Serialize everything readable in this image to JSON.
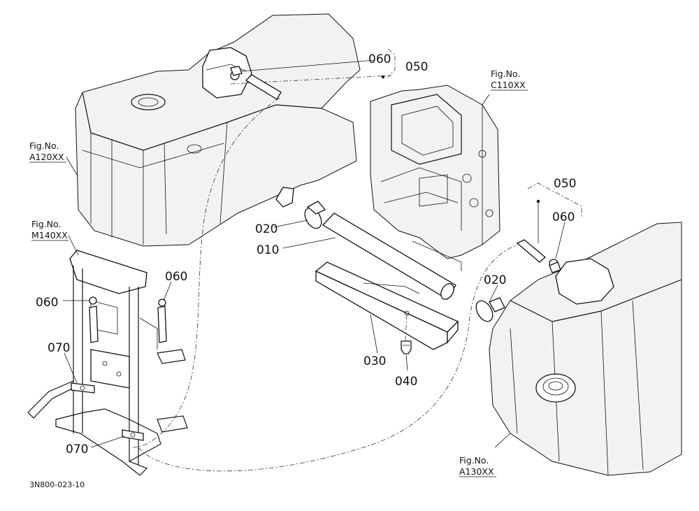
{
  "diagram": {
    "code": "3N800-023-10",
    "fig_refs": {
      "a120": {
        "line1": "Fig.No.",
        "line2": "A120XX"
      },
      "m140": {
        "line1": "Fig.No.",
        "line2": "M140XX"
      },
      "c110": {
        "line1": "Fig.No.",
        "line2": "C110XX"
      },
      "a130": {
        "line1": "Fig.No.",
        "line2": "A130XX"
      }
    },
    "callouts": {
      "p060_top": "060",
      "p050_top": "050",
      "p050_right": "050",
      "p060_right": "060",
      "p020_left": "020",
      "p010": "010",
      "p020_right": "020",
      "p060_left_a": "060",
      "p060_left_b": "060",
      "p070_top": "070",
      "p070_bottom": "070",
      "p030": "030",
      "p040": "040"
    }
  }
}
